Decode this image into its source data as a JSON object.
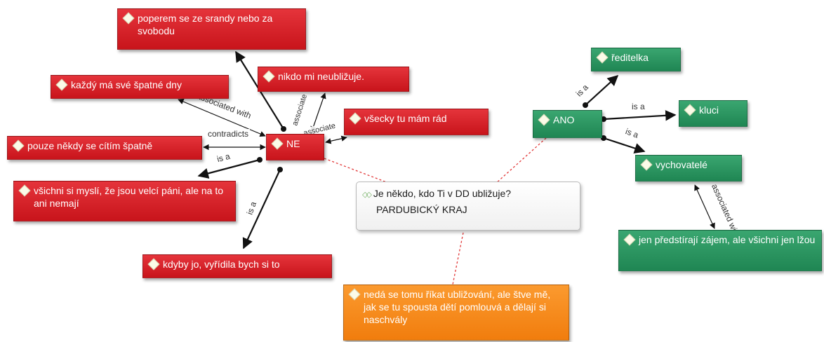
{
  "memo": {
    "line1": "Je někdo, kdo Ti v DD ubližuje?",
    "line2": "PARDUBICKÝ KRAJ"
  },
  "nodes": {
    "ne": "NE",
    "poperem": "poperem se ze srandy nebo za svobodu",
    "kazdy": "každý má své špatné dny",
    "nikdo": "nikdo mi neubližuje.",
    "vsecky": "všecky tu mám rád",
    "pouze": "pouze někdy se cítím špatně",
    "vsichni": "všichni si myslí, že jsou velcí páni, ale na to ani nemají",
    "kdyby": "kdyby jo, vyřídila bych si to",
    "ano": "ANO",
    "reditelka": "ředitelka",
    "kluci": "kluci",
    "vychovatele": "vychovatelé",
    "jen": "jen předstírají zájem, ale všichni jen lžou",
    "neda": "nedá se tomu říkat ubližování, ale štve mě, jak se tu spousta dětí pomlouvá a dělají si naschvály"
  },
  "link_labels": {
    "associated_with": "associated with",
    "contradicts": "contradicts",
    "is_a": "is a",
    "associated_short": "associate",
    "associated_wi": "associated wi"
  },
  "colors": {
    "red_node": "#d41f26",
    "green_node": "#2a9560",
    "orange_node": "#f5891c",
    "memo_link": "#e23a3a"
  }
}
